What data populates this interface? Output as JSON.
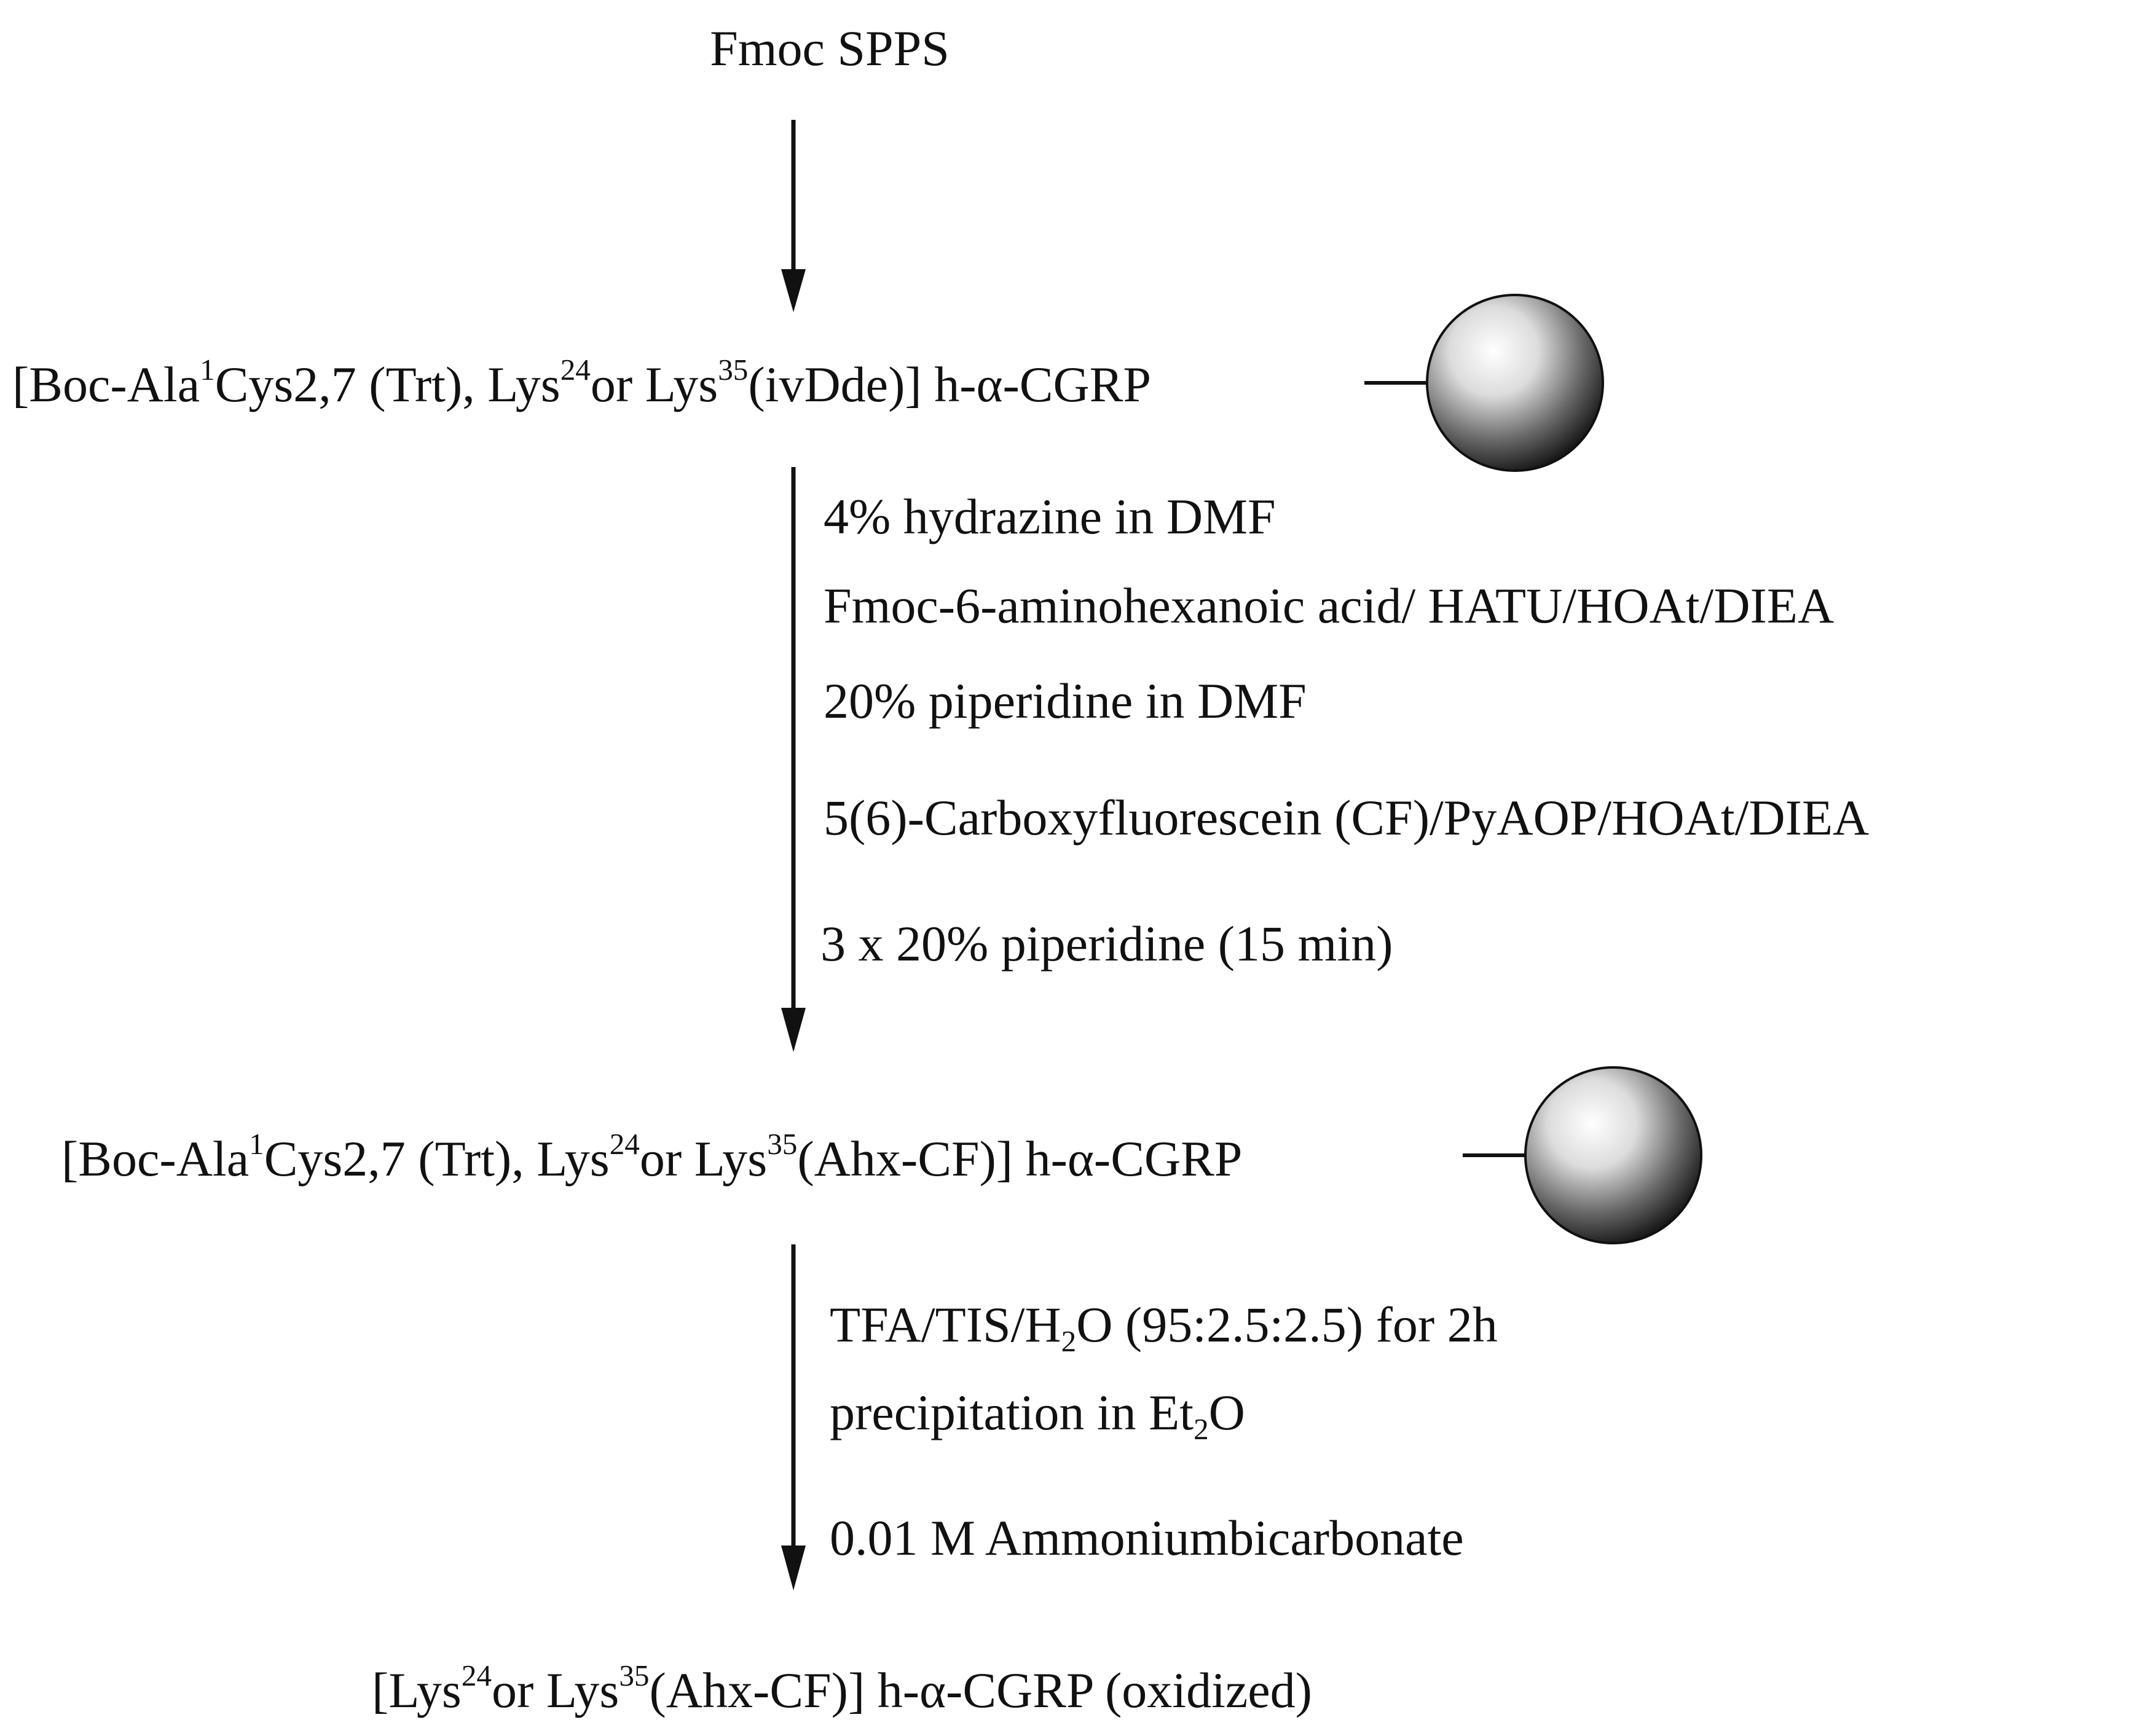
{
  "start": {
    "label": "Fmoc SPPS"
  },
  "intermediate1": {
    "prefix": "[Boc-Ala",
    "sup1": "1",
    "mid1": "Cys2,7 (Trt), Lys",
    "sup2": "24",
    "mid2": "or Lys",
    "sup3": "35",
    "suffix": "(ivDde)] h-α-CGRP"
  },
  "step2_conditions": [
    "4% hydrazine in DMF",
    "Fmoc-6-aminohexanoic acid/ HATU/HOAt/DIEA",
    "20% piperidine in DMF",
    "5(6)-Carboxyfluorescein (CF)/PyAOP/HOAt/DIEA",
    "3 x 20% piperidine (15 min)"
  ],
  "intermediate2": {
    "prefix": "[Boc-Ala",
    "sup1": "1",
    "mid1": "Cys2,7 (Trt), Lys",
    "sup2": "24",
    "mid2": "or Lys",
    "sup3": "35",
    "suffix": "(Ahx-CF)] h-α-CGRP"
  },
  "step3_conditions": {
    "line1_a": "TFA/TIS/H",
    "line1_sub": "2",
    "line1_b": "O (95:2.5:2.5) for 2h",
    "line2_a": "precipitation in Et",
    "line2_sub": "2",
    "line2_b": "O",
    "line3": "0.01 M Ammoniumbicarbonate"
  },
  "product": {
    "prefix": "[Lys",
    "sup1": "24",
    "mid": "or Lys",
    "sup2": "35",
    "suffix": "(Ahx-CF)] h-α-CGRP (oxidized)"
  }
}
